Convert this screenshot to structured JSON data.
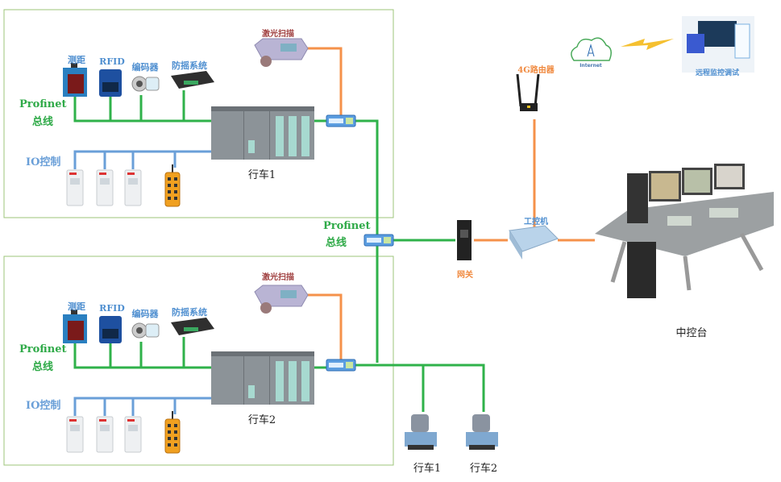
{
  "colors": {
    "profinet": "#2fb24a",
    "io": "#6a9fd8",
    "ethernet": "#f5914a",
    "box_border": "#9cc57a"
  },
  "crane_units": [
    {
      "title": "行车1",
      "laser": "激光扫描",
      "profinet_label": "Profinet",
      "bus_label": "总线",
      "io_label": "IO控制",
      "devices": [
        "测距",
        "RFID",
        "编码器",
        "防摇系统"
      ]
    },
    {
      "title": "行车2",
      "laser": "激光扫描",
      "profinet_label": "Profinet",
      "bus_label": "总线",
      "io_label": "IO控制",
      "devices": [
        "测距",
        "RFID",
        "编码器",
        "防摇系统"
      ]
    }
  ],
  "backbone": {
    "profinet_label": "Profinet",
    "bus_label": "总线"
  },
  "gateway": "网关",
  "ipc": "工控机",
  "router": "4G路由器",
  "internet": "Internet",
  "remote": "远程监控调试",
  "console": "中控台",
  "remotes": [
    "行车1",
    "行车2"
  ]
}
